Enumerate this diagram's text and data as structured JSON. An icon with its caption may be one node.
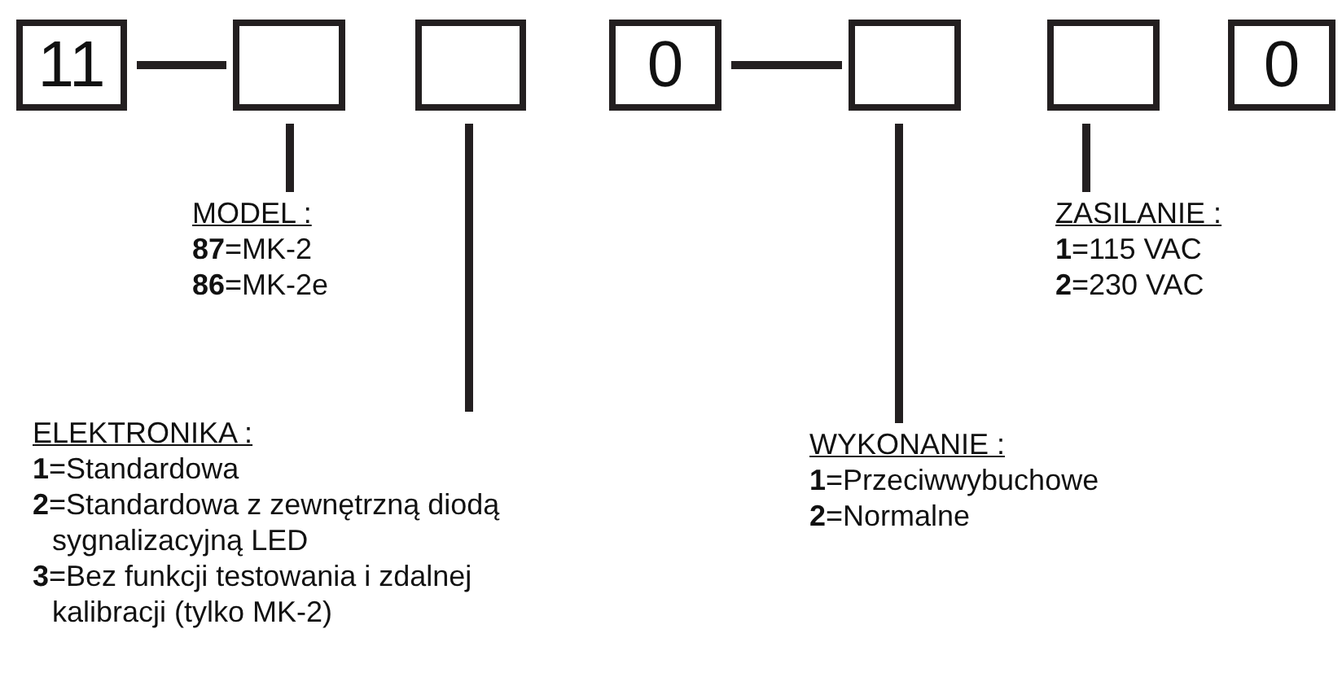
{
  "diagram": {
    "nodes": [
      {
        "text": [
          "11"
        ]
      },
      {
        "text": [],
        "shape": "box"
      },
      {
        "text": [],
        "shape": "box"
      },
      {
        "text": [
          "0"
        ]
      },
      {
        "text": [],
        "shape": "box"
      },
      {
        "text": [],
        "shape": "box"
      },
      {
        "text": [
          "0"
        ]
      },
      {
        "text": [
          "MODEL :",
          "**87**=MK-2",
          "**86**=MK-2e"
        ]
      },
      {
        "text": [
          "ELEKTRONIKA :",
          "**1**=Standardowa",
          "**2**=Standardowa z zewnętrzną diodą sygnalizacyjną LED",
          "**3**=Bez funkcji testowania i zdalnej kalibracji (tylko MK-2)"
        ]
      },
      {
        "text": [
          "WYKONANIE :",
          "**1**=Przeciwwybuchowe",
          "**2**=Normalne"
        ]
      },
      {
        "text": [
          "ZASILANIE :",
          "**1**=115 VAC",
          "**2**=230 VAC"
        ]
      }
    ],
    "edges": [
      {
        "from": 0,
        "to": 1,
        "arrow": "none"
      },
      {
        "from": 3,
        "to": 4,
        "arrow": "none"
      },
      {
        "from": 7,
        "to": 1,
        "arrow": "none"
      },
      {
        "from": 8,
        "to": 2,
        "arrow": "none"
      },
      {
        "from": 9,
        "to": 4,
        "arrow": "none"
      },
      {
        "from": 10,
        "to": 5,
        "arrow": "none"
      }
    ]
  }
}
